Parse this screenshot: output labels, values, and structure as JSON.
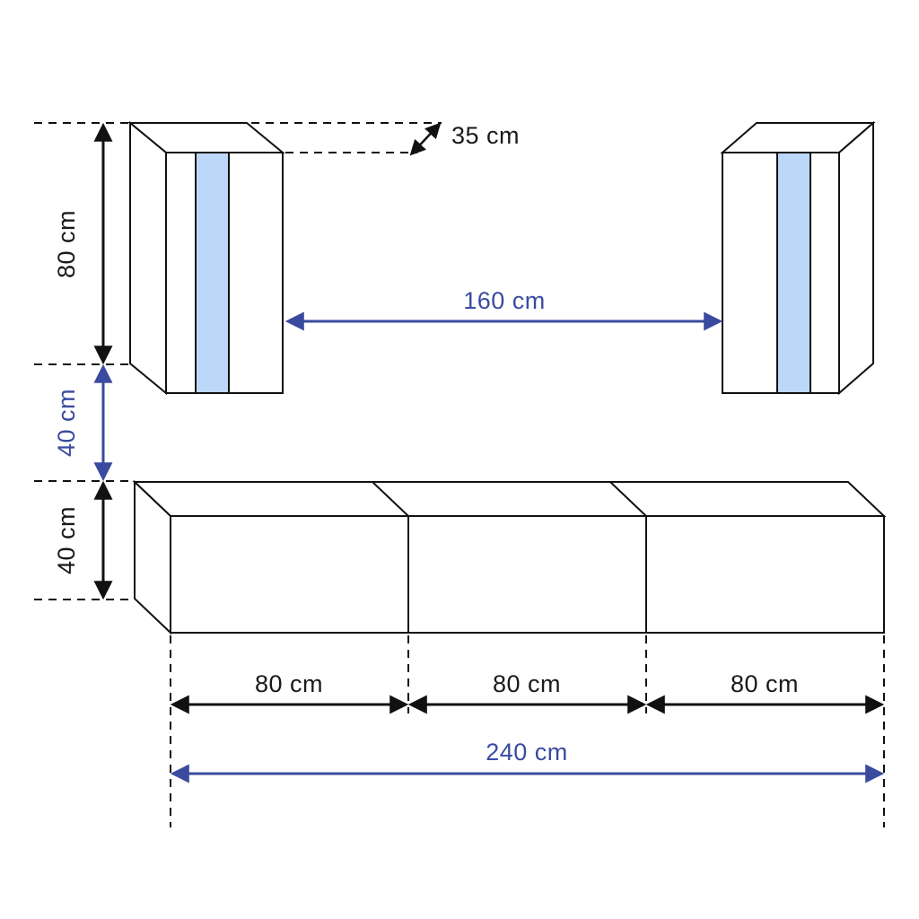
{
  "diagram": {
    "type": "furniture-dimension-drawing",
    "colors": {
      "accent_blue": "#3a4b9f",
      "panel_blue": "#bcd7f8",
      "line_black": "#111111",
      "background": "#ffffff"
    },
    "labels": {
      "depth": "35 cm",
      "tall_cabinet_height": "80 cm",
      "vertical_gap": "40 cm",
      "base_cabinet_height": "40 cm",
      "horizontal_span": "160 cm",
      "base_section_1": "80 cm",
      "base_section_2": "80 cm",
      "base_section_3": "80 cm",
      "total_width": "240 cm"
    }
  }
}
